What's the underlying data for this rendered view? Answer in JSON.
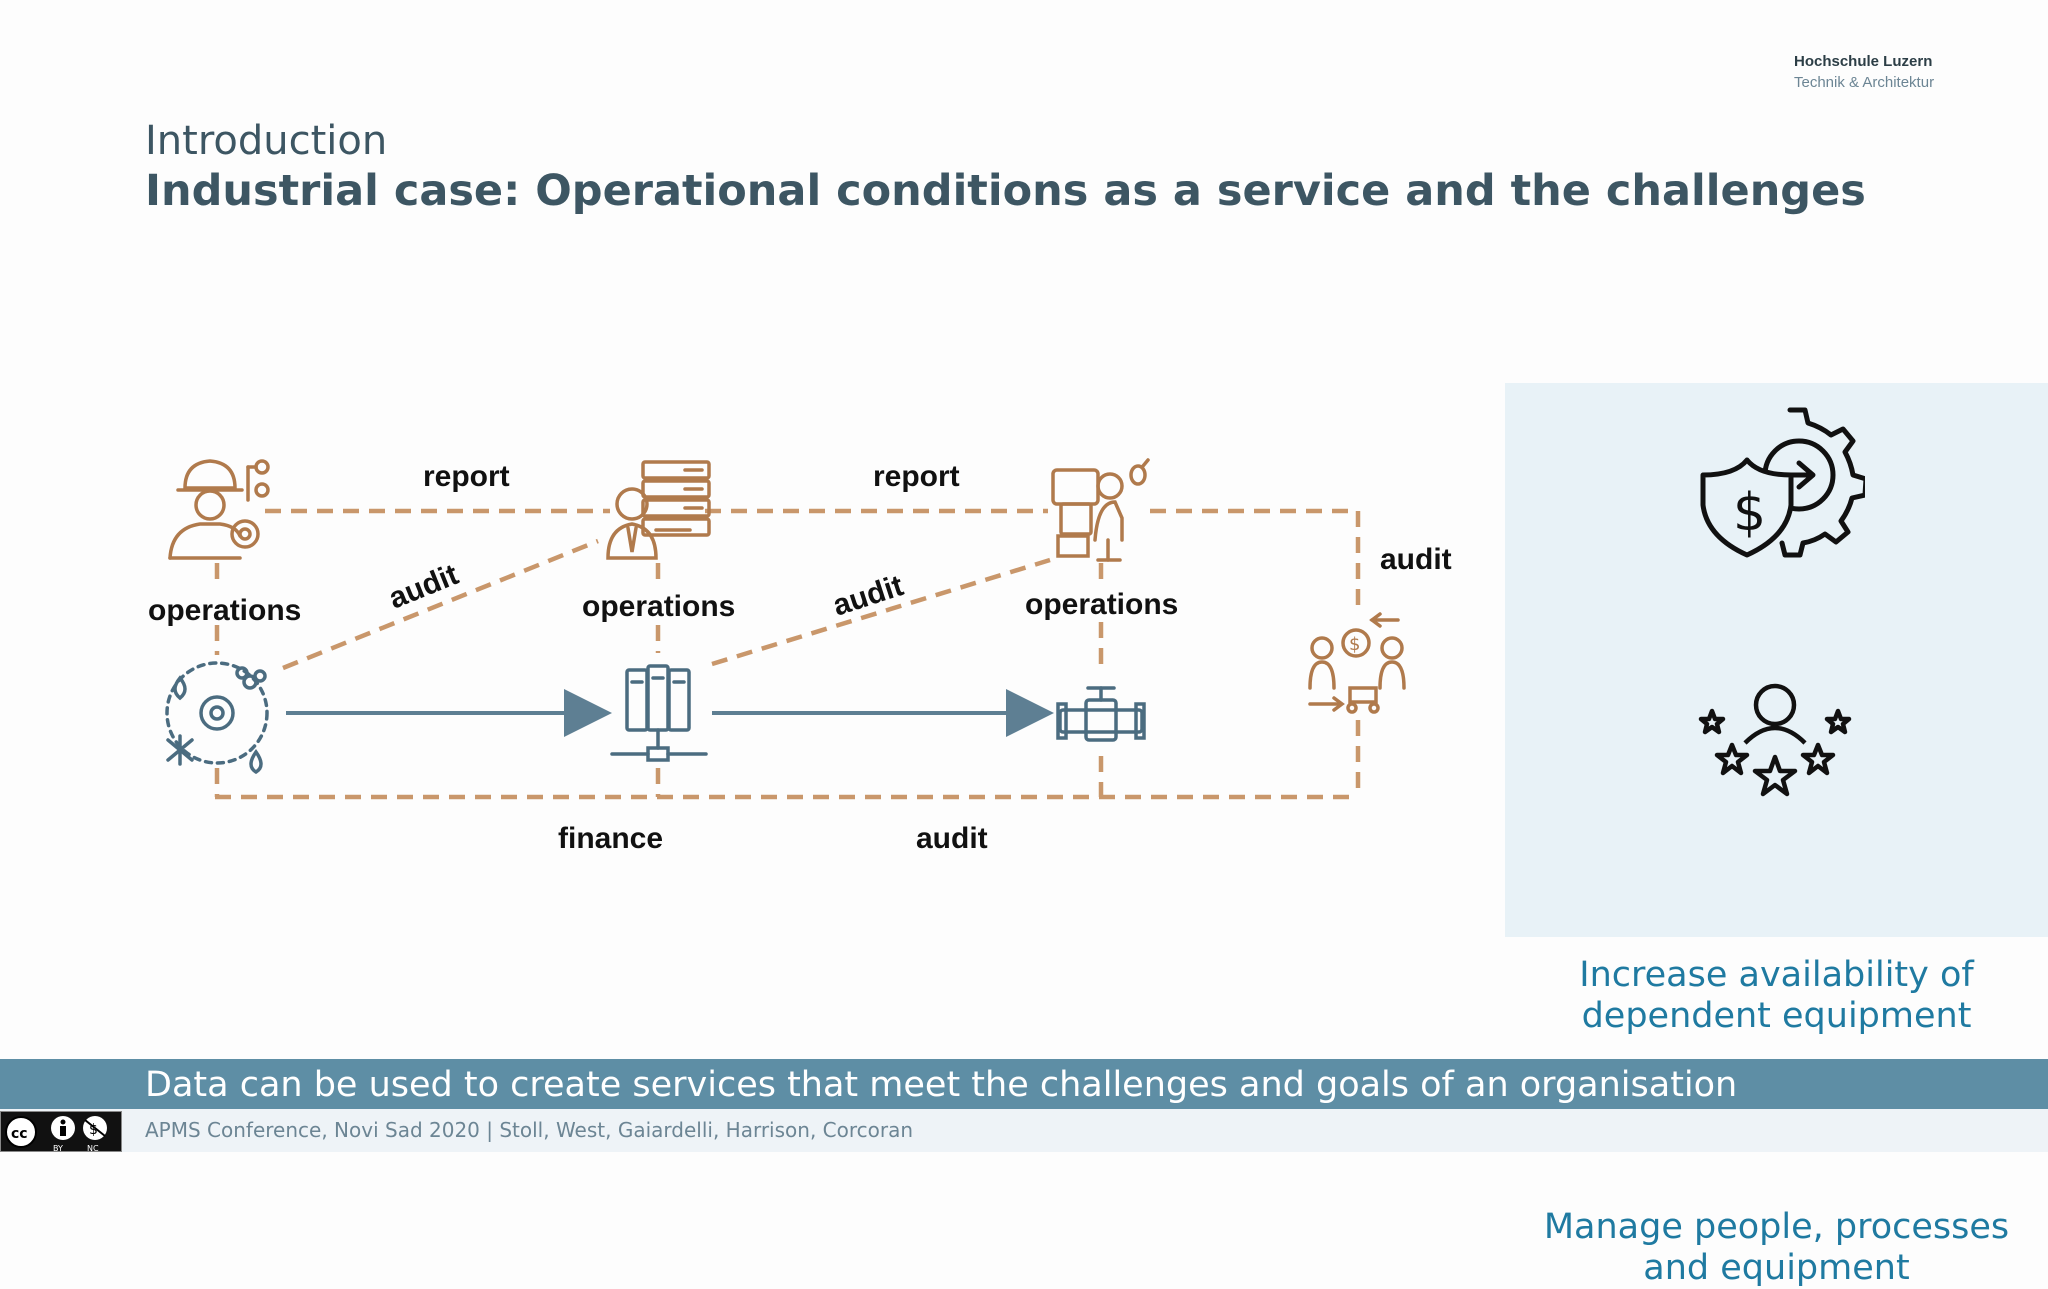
{
  "header": {
    "institution_name": "Hochschule Luzern",
    "institution_dept": "Technik & Architektur"
  },
  "slide": {
    "section": "Introduction",
    "title": "Industrial case: Operational conditions as a service and the challenges"
  },
  "diagram": {
    "colors": {
      "flow_line": "#c9976b",
      "icon_orange": "#b07a4c",
      "icon_blue": "#4b6c80",
      "arrow": "#5e7f93"
    },
    "labels": {
      "report_1": "report",
      "report_2": "report",
      "audit_diag_1": "audit",
      "audit_diag_2": "audit",
      "audit_right": "audit",
      "operations_1": "operations",
      "operations_2": "operations",
      "operations_3": "operations",
      "finance": "finance",
      "audit_bottom": "audit"
    },
    "icons": {
      "top": [
        "engineer-icon",
        "server-manager-icon",
        "technician-icon"
      ],
      "bottom": [
        "utilities-icon",
        "data-server-icon",
        "pipe-valve-icon"
      ],
      "right": "audit-transaction-icon"
    }
  },
  "goals": {
    "items": [
      {
        "icon": "gear-shield-dollar-icon",
        "text_line1": "Increase availability of",
        "text_line2": "dependent equipment"
      },
      {
        "icon": "people-stars-icon",
        "text_line1": "Manage people, processes",
        "text_line2": "and equipment"
      }
    ]
  },
  "bottom_bar": {
    "message": "Data can be used to create services that meet the challenges and goals of an organisation"
  },
  "footer": {
    "text": "APMS Conference, Novi Sad 2020 | Stoll, West, Gaiardelli, Harrison, Corcoran",
    "license_badge": "CC BY NC"
  }
}
